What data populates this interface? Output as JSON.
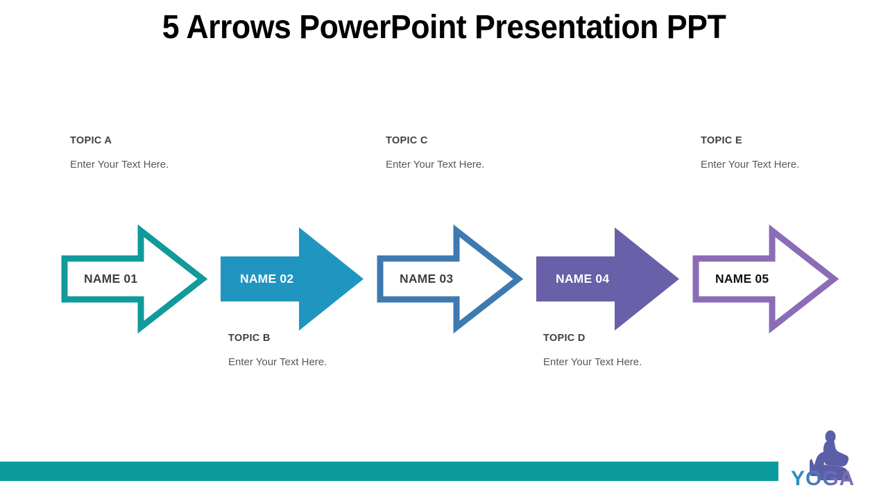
{
  "slide": {
    "title": "5 Arrows PowerPoint Presentation PPT",
    "background_color": "#ffffff"
  },
  "topics": [
    {
      "key": "a",
      "title": "TOPIC A",
      "body": "Enter Your Text Here.",
      "position": "above"
    },
    {
      "key": "b",
      "title": "TOPIC B",
      "body": "Enter Your Text Here.",
      "position": "below"
    },
    {
      "key": "c",
      "title": "TOPIC C",
      "body": "Enter Your Text Here.",
      "position": "above"
    },
    {
      "key": "d",
      "title": "TOPIC D",
      "body": "Enter Your Text Here.",
      "position": "below"
    },
    {
      "key": "e",
      "title": "TOPIC E",
      "body": "Enter Your Text Here.",
      "position": "above"
    }
  ],
  "arrows": [
    {
      "label": "NAME 01",
      "style": "outline",
      "color": "#109a9a",
      "text_color": "#3f3f3f"
    },
    {
      "label": "NAME 02",
      "style": "solid",
      "color": "#1f95c0",
      "text_color": "#ffffff"
    },
    {
      "label": "NAME 03",
      "style": "outline",
      "color": "#3d7ab0",
      "text_color": "#3f3f3f"
    },
    {
      "label": "NAME 04",
      "style": "solid",
      "color": "#6860a8",
      "text_color": "#ffffff"
    },
    {
      "label": "NAME 05",
      "style": "outline",
      "color": "#8b6cb5",
      "text_color": "#111111"
    }
  ],
  "footer": {
    "bar_color": "#0d9c9c",
    "logo_text": "YOGA",
    "logo_color_start": "#1f95c0",
    "logo_color_end": "#8b6cb5"
  }
}
